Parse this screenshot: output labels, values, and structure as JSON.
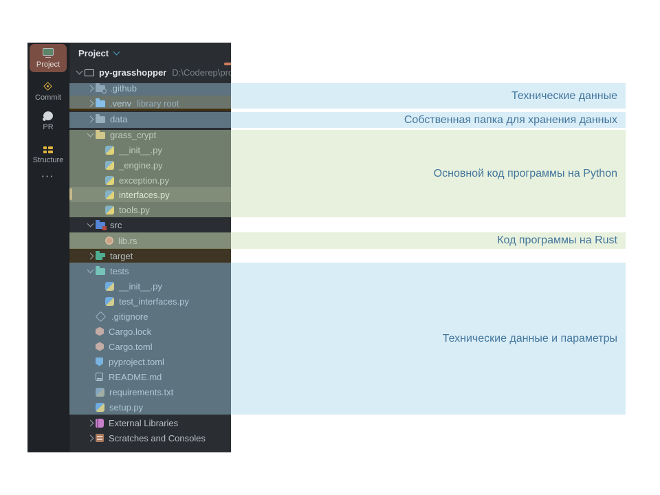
{
  "stripe": {
    "items": [
      {
        "label": "Project",
        "selected": true
      },
      {
        "label": "Commit"
      },
      {
        "label": "PR"
      },
      {
        "label": "Structure"
      }
    ],
    "more": "···"
  },
  "tree": {
    "header": "Project",
    "root": {
      "name": "py-grasshopper",
      "path": "D:\\Coderep\\produc"
    },
    "items": [
      {
        "name": ".github"
      },
      {
        "name": ".venv",
        "suffix": "library root"
      },
      {
        "name": "data"
      },
      {
        "name": "grass_crypt"
      },
      {
        "name": "__init__.py"
      },
      {
        "name": "_engine.py"
      },
      {
        "name": "exception.py"
      },
      {
        "name": "interfaces.py"
      },
      {
        "name": "tools.py"
      },
      {
        "name": "src"
      },
      {
        "name": "lib.rs"
      },
      {
        "name": "target"
      },
      {
        "name": "tests"
      },
      {
        "name": "__init__.py"
      },
      {
        "name": "test_interfaces.py"
      },
      {
        "name": ".gitignore"
      },
      {
        "name": "Cargo.lock"
      },
      {
        "name": "Cargo.toml"
      },
      {
        "name": "pyproject.toml"
      },
      {
        "name": "README.md"
      },
      {
        "name": "requirements.txt"
      },
      {
        "name": "setup.py"
      },
      {
        "name": "External Libraries"
      },
      {
        "name": "Scratches and Consoles"
      }
    ]
  },
  "annotations": [
    {
      "text": "Технические данные",
      "tone": "blue"
    },
    {
      "text": "Собственная папка для хранения данных",
      "tone": "blue"
    },
    {
      "text": "Основной код программы на Python",
      "tone": "green"
    },
    {
      "text": "Код программы на Rust",
      "tone": "green"
    },
    {
      "text": "Технические данные и параметры",
      "tone": "blue"
    }
  ],
  "colors": {
    "annotation_text": "#44769c",
    "band_blue": "#dcedf7",
    "band_green": "#eaf3e1",
    "selected_tool_bg": "#7b4e44",
    "tree_bg": "#2a2e33"
  }
}
